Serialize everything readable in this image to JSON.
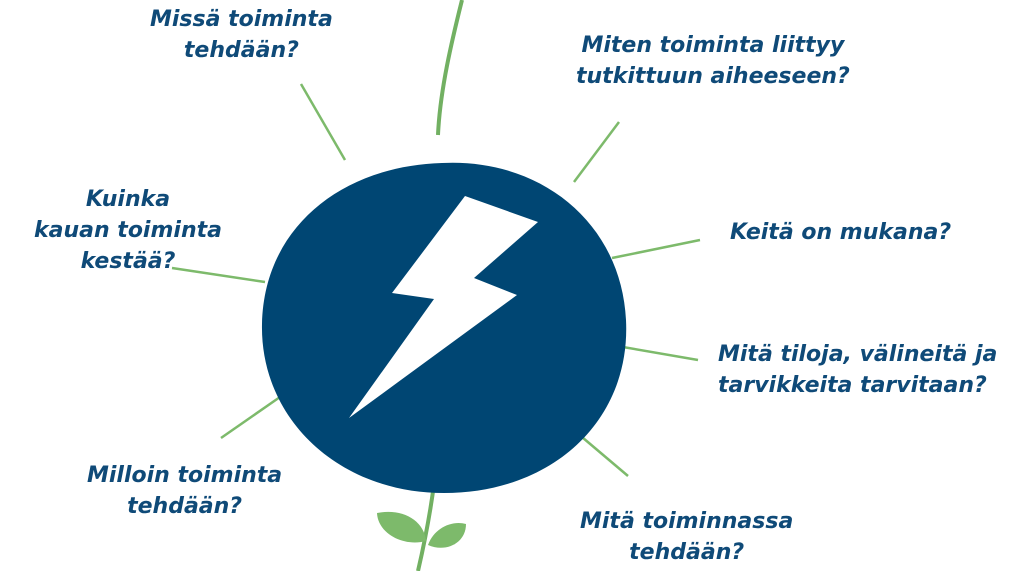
{
  "colors": {
    "circle": "#004673",
    "bolt": "#ffffff",
    "stem": "#72b062",
    "lines": "#7dba6b",
    "leaves": "#7dba6b",
    "text": "#0f4a78"
  },
  "icons": {
    "center": "lightning-bolt-icon",
    "sprout": "sprout-leaves-icon"
  },
  "questions": {
    "where": {
      "lines": [
        "Missä toiminta",
        "tehdään?"
      ]
    },
    "how_related": {
      "lines": [
        "Miten toiminta liittyy",
        "tutkittuun aiheeseen?"
      ]
    },
    "how_long": {
      "lines": [
        "Kuinka",
        "kauan toiminta",
        "kestää?"
      ]
    },
    "who": {
      "lines": [
        "Keitä on mukana?"
      ]
    },
    "resources": {
      "lines": [
        "Mitä tiloja, välineitä ja",
        "tarvikkeita tarvitaan?"
      ]
    },
    "when": {
      "lines": [
        "Milloin toiminta",
        "tehdään?"
      ]
    },
    "what": {
      "lines": [
        "Mitä toiminnassa",
        "tehdään?"
      ]
    }
  }
}
